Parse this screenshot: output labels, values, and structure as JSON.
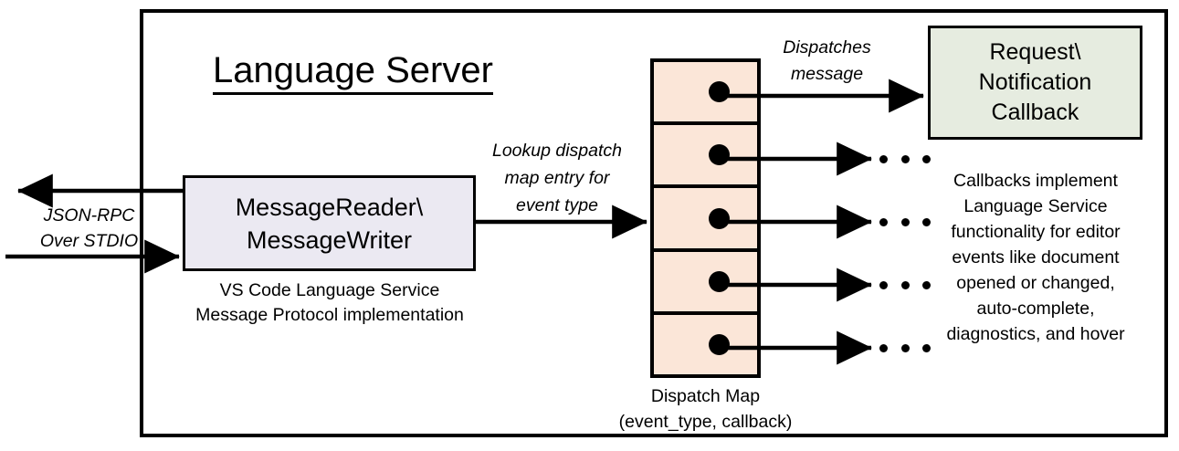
{
  "diagram": {
    "title": "Language Server",
    "outer_frame_name": "language-server-boundary"
  },
  "external_channel": {
    "label_line1": "JSON-RPC",
    "label_line2": "Over STDIO",
    "outbound_arrow_name": "json-rpc-outbound-arrow",
    "inbound_arrow_name": "json-rpc-inbound-arrow"
  },
  "message_io": {
    "line1": "MessageReader\\",
    "line2": "MessageWriter",
    "fill": "#ebe9f2",
    "caption_line1": "VS Code Language Service",
    "caption_line2": "Message Protocol implementation"
  },
  "lookup": {
    "line1": "Lookup dispatch",
    "line2": "map entry for",
    "line3": "event type"
  },
  "dispatch_map": {
    "fill": "#fbe6d8",
    "cell_count": 5,
    "caption_line1": "Dispatch Map",
    "caption_line2": "(event_type, callback)",
    "rows": [
      {
        "index": 1,
        "dot": "entry-dot",
        "target": "Request\\Notification Callback"
      },
      {
        "index": 2,
        "dot": "entry-dot",
        "target": "..."
      },
      {
        "index": 3,
        "dot": "entry-dot",
        "target": "..."
      },
      {
        "index": 4,
        "dot": "entry-dot",
        "target": "..."
      },
      {
        "index": 5,
        "dot": "entry-dot",
        "target": "..."
      }
    ]
  },
  "dispatches": {
    "line1": "Dispatches",
    "line2": "message"
  },
  "callback": {
    "line1": "Request\\",
    "line2": "Notification",
    "line3": "Callback",
    "fill": "#e6ece0",
    "caption_line1": "Callbacks implement",
    "caption_line2": "Language Service",
    "caption_line3": "functionality for editor",
    "caption_line4": "events like document",
    "caption_line5": "opened or changed,",
    "caption_line6": "auto-complete,",
    "caption_line7": "diagnostics, and hover"
  },
  "colors": {
    "stroke": "#000000",
    "background": "#ffffff"
  }
}
